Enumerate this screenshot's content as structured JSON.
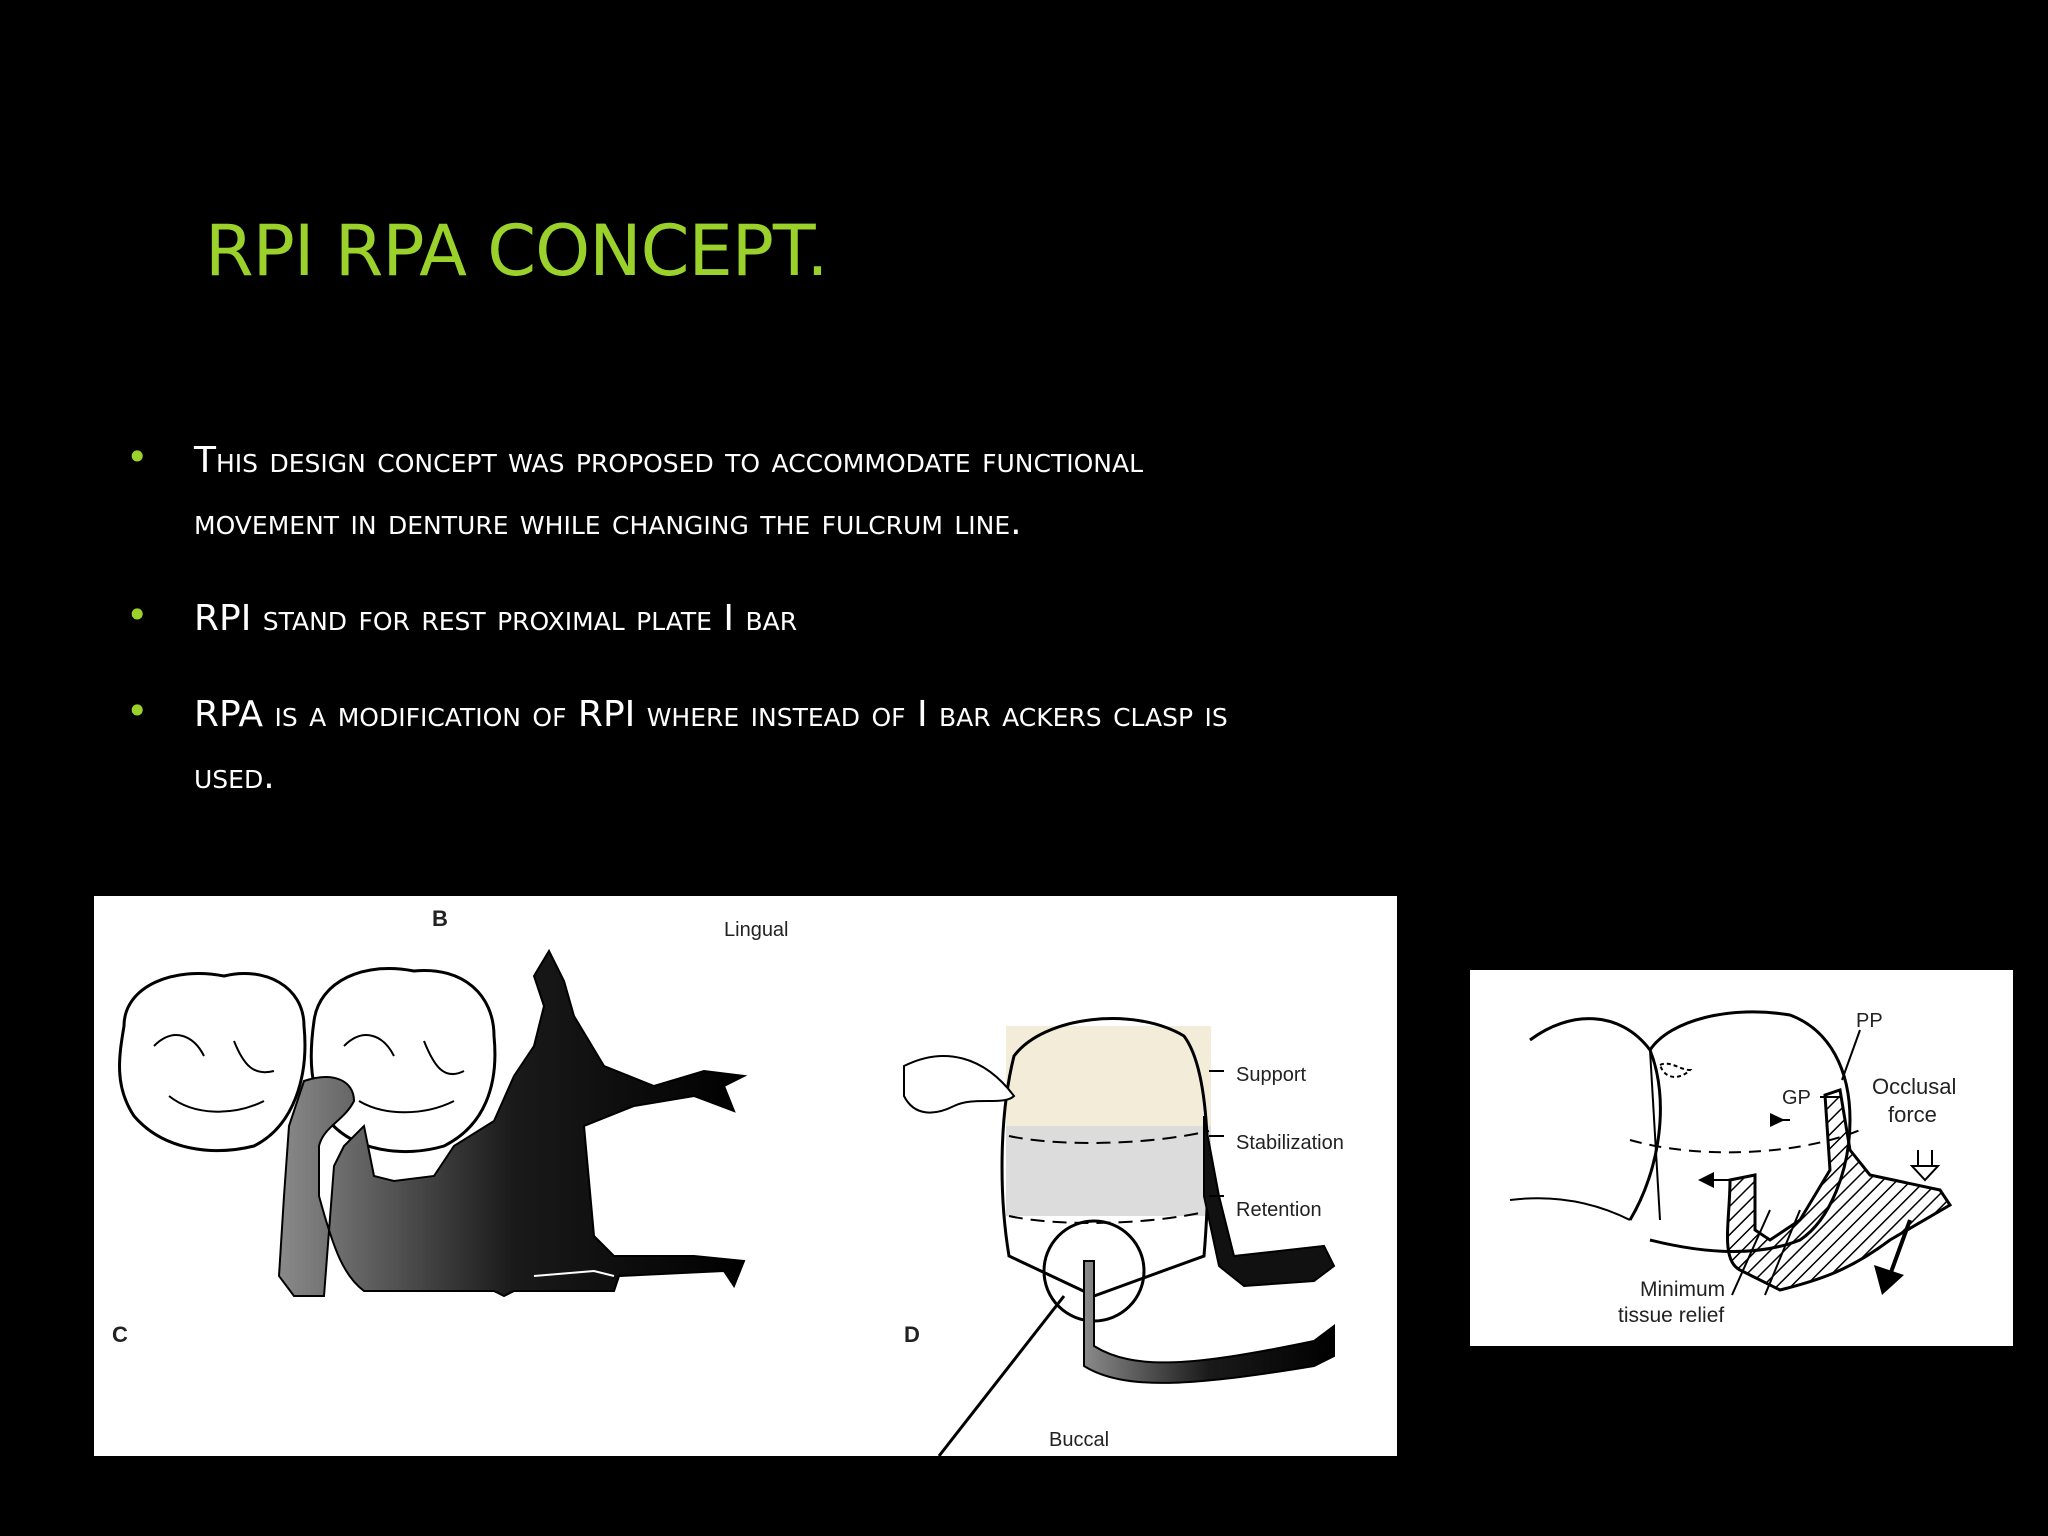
{
  "title": "RPI RPA CONCEPT.",
  "bullets": [
    {
      "lines": [
        "This design concept was proposed to accommodate functional",
        "movement in denture while changing the fulcrum line."
      ]
    },
    {
      "lines": [
        "RPI stand for rest proximal plate I bar"
      ]
    },
    {
      "lines": [
        "RPA is a modification of RPI where instead of I bar ackers clasp is",
        "used."
      ]
    }
  ],
  "figure_left": {
    "label_b": "B",
    "label_lingual": "Lingual",
    "label_c": "C",
    "label_d": "D",
    "label_support": "Support",
    "label_stabilization": "Stabilization",
    "label_retention": "Retention",
    "label_buccal": "Buccal"
  },
  "figure_right": {
    "label_pp": "PP",
    "label_gp": "GP",
    "label_occlusal": "Occlusal",
    "label_force": "force",
    "label_minimum": "Minimum",
    "label_tissue_relief": "tissue relief"
  },
  "colors": {
    "title": "#9bd12b",
    "bullet": "#9bd12b",
    "text": "#ffffff",
    "background": "#000000"
  }
}
